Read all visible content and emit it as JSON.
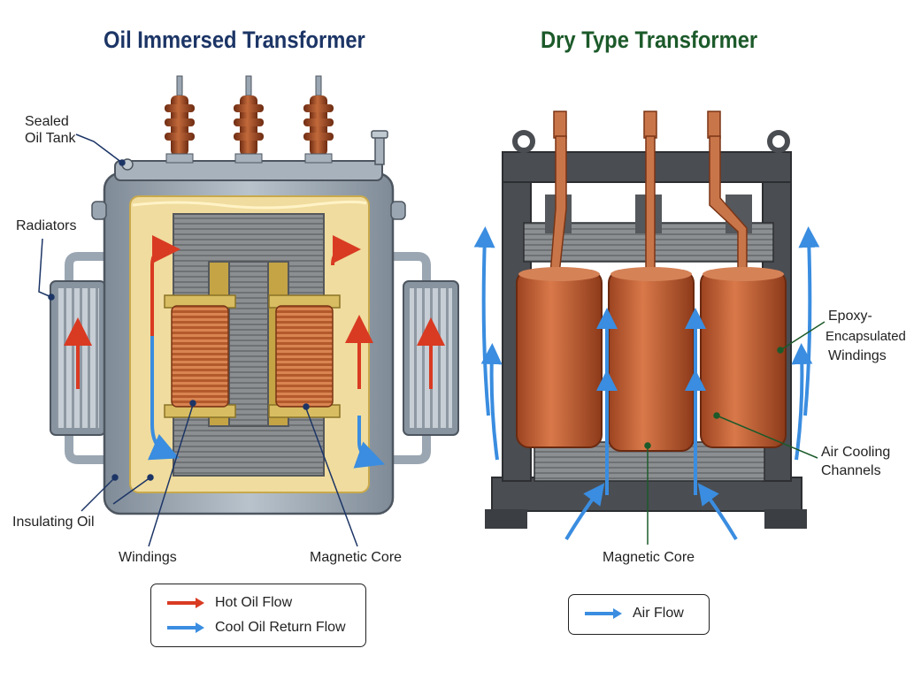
{
  "colors": {
    "hot_oil": "#d93a22",
    "cool_oil": "#3a8de0",
    "air": "#3a8de0",
    "oil_title": "#1c3566",
    "dry_title": "#1c5a2a",
    "tank_steel": "#9aa6b2",
    "oil_fill": "#f0dc9e",
    "copper": "#c5602f",
    "core_gray": "#7a7d80",
    "frame_dark": "#4a4d52"
  },
  "oil_transformer": {
    "title": "Oil Immersed Transformer",
    "labels": {
      "sealed_oil_tank": [
        "Sealed",
        "Oil Tank"
      ],
      "radiators": "Radiators",
      "insulating_oil": "Insulating Oil",
      "windings": "Windings",
      "magnetic_core": "Magnetic Core"
    },
    "legend": {
      "hot": "Hot Oil Flow",
      "cool": "Cool Oil Return Flow"
    }
  },
  "dry_transformer": {
    "title": "Dry Type Transformer",
    "labels": {
      "epoxy_windings": [
        "Epoxy-",
        "Encapsulated",
        "Windings"
      ],
      "air_cooling_channels": [
        "Air Cooling",
        "Channels"
      ],
      "magnetic_core": "Magnetic Core"
    },
    "legend": {
      "air": "Air Flow"
    }
  }
}
